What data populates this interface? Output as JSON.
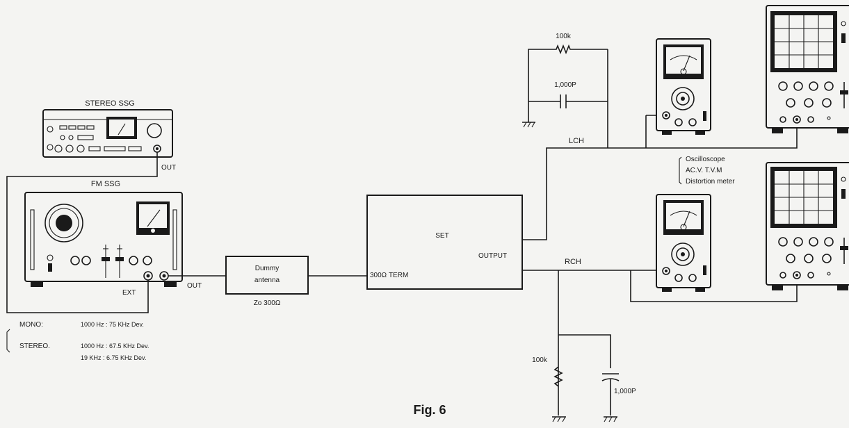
{
  "figure": {
    "caption": "Fig. 6"
  },
  "instruments": {
    "stereo_ssg": {
      "label": "STEREO SSG",
      "out_label": "OUT"
    },
    "fm_ssg": {
      "label": "FM SSG",
      "ext_label": "EXT",
      "out_label": "OUT"
    },
    "dummy_antenna": {
      "line1": "Dummy",
      "line2": "antenna",
      "impedance": "Zo 300Ω"
    },
    "set": {
      "label": "SET",
      "output_label": "OUTPUT",
      "term_label": "300Ω TERM"
    },
    "meter_group": {
      "label_line1": "Oscilloscope",
      "label_line2": "AC.V. T.V.M",
      "label_line3": "Distortion meter"
    }
  },
  "channels": {
    "lch": "LCH",
    "rch": "RCH"
  },
  "components": {
    "lch_resistor": "100k",
    "lch_capacitor": "1,000P",
    "rch_resistor": "100k",
    "rch_capacitor": "1,000P"
  },
  "settings": {
    "mono_label": "MONO:",
    "mono_value": "1000 Hz : 75 KHz Dev.",
    "stereo_label": "STEREO.",
    "stereo_value1": "1000 Hz : 67.5 KHz Dev.",
    "stereo_value2": "19 KHz : 6.75 KHz Dev."
  },
  "colors": {
    "ink": "#1a1a1a",
    "paper": "#f4f4f2"
  }
}
